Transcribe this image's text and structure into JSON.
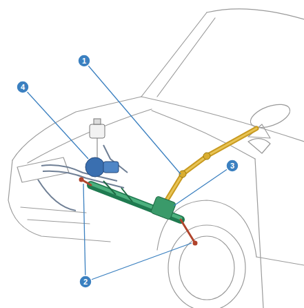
{
  "diagram": {
    "labels": [
      "1",
      "4",
      "3",
      "2"
    ]
  }
}
